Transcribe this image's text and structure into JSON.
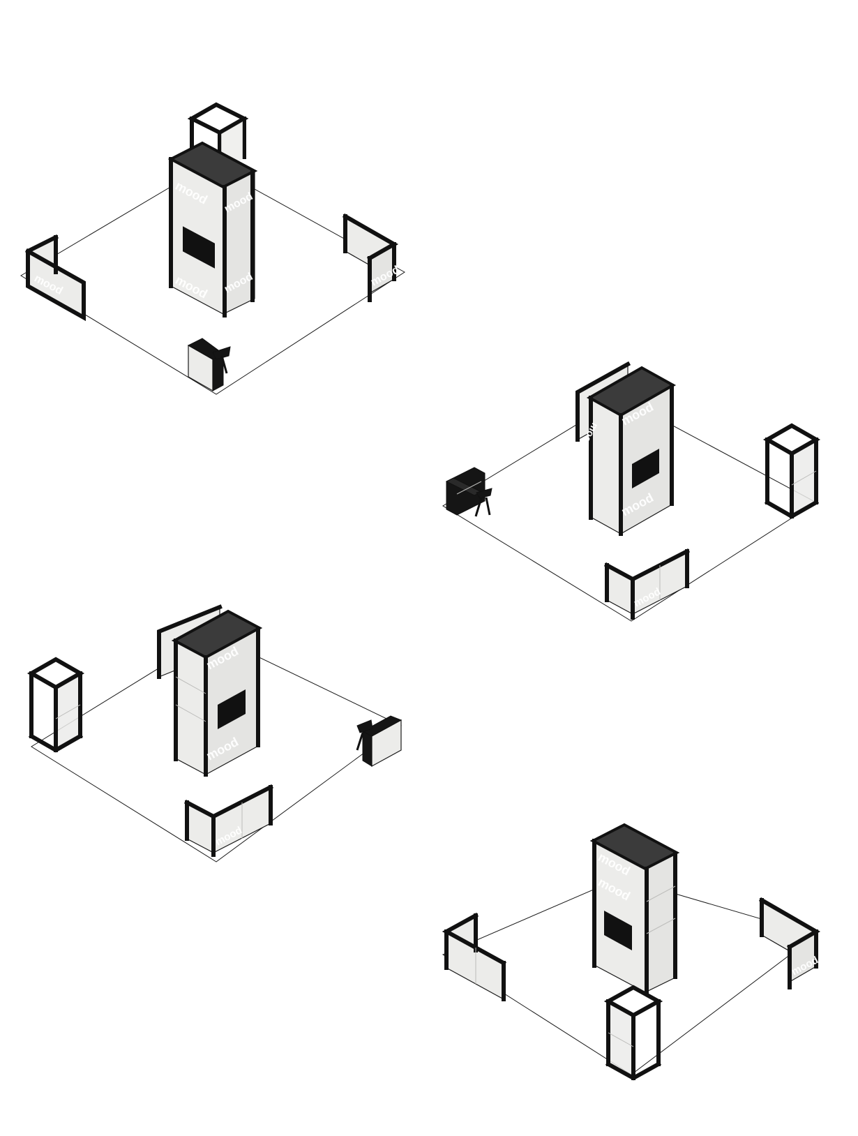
{
  "figure": {
    "brand_watermark": "mood",
    "views": [
      {
        "id": "view-1",
        "position": "top-left"
      },
      {
        "id": "view-2",
        "position": "middle-right"
      },
      {
        "id": "view-3",
        "position": "middle-left"
      },
      {
        "id": "view-4",
        "position": "bottom-right"
      }
    ]
  },
  "colors": {
    "frame": "#111111",
    "panel": "#ececea",
    "screen": "#111111",
    "line": "#1a1a1a"
  }
}
